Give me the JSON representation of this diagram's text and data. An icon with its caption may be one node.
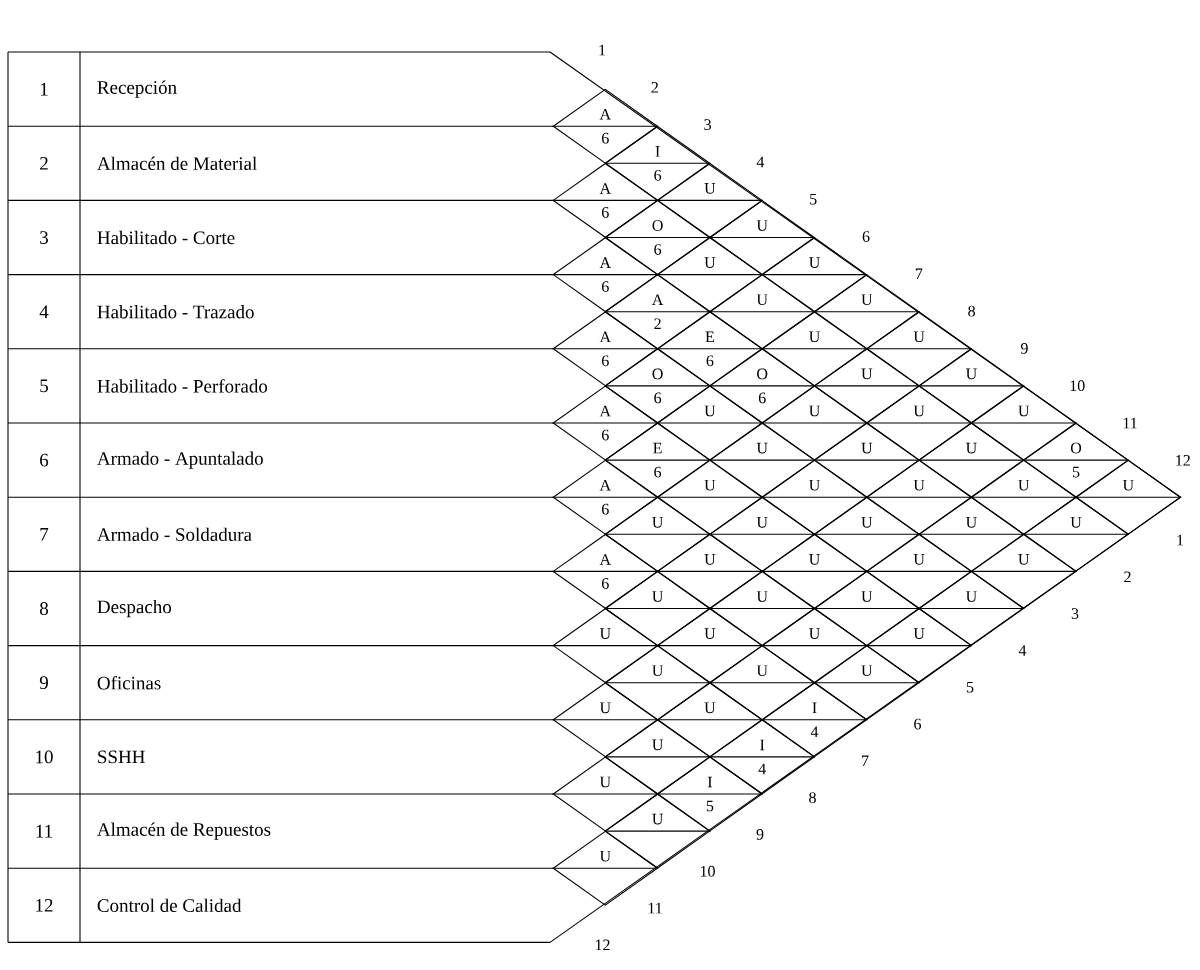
{
  "diagram": {
    "nodes": [
      {
        "text": [
          "1",
          "Recepción"
        ]
      },
      {
        "text": [
          "2",
          "Almacén  de Material"
        ]
      },
      {
        "text": [
          "3",
          "Habilitado  - Corte"
        ]
      },
      {
        "text": [
          "4",
          "Habilitado  - Trazado"
        ]
      },
      {
        "text": [
          "5",
          "Habilitado  - Perforado"
        ]
      },
      {
        "text": [
          "6",
          "Armado - Apuntalado"
        ]
      },
      {
        "text": [
          "7",
          "Armado  - Soldadura"
        ]
      },
      {
        "text": [
          "8",
          "Despacho"
        ]
      },
      {
        "text": [
          "9",
          "Oficinas"
        ]
      },
      {
        "text": [
          "10",
          "SSHH"
        ]
      },
      {
        "text": [
          "11",
          "Almacén  de Repuestos"
        ]
      },
      {
        "text": [
          "12",
          "Control  de Calidad"
        ]
      },
      {
        "text": [
          "A",
          "6"
        ]
      },
      {
        "text": [
          "I",
          "6"
        ]
      },
      {
        "text": [
          "U"
        ]
      },
      {
        "text": [
          "U"
        ]
      },
      {
        "text": [
          "U"
        ]
      },
      {
        "text": [
          "U"
        ]
      },
      {
        "text": [
          "U"
        ]
      },
      {
        "text": [
          "U"
        ]
      },
      {
        "text": [
          "U"
        ]
      },
      {
        "text": [
          "O",
          "5"
        ]
      },
      {
        "text": [
          "U"
        ]
      },
      {
        "text": [
          "A",
          "6"
        ]
      },
      {
        "text": [
          "O",
          "6"
        ]
      },
      {
        "text": [
          "U"
        ]
      },
      {
        "text": [
          "U"
        ]
      },
      {
        "text": [
          "U"
        ]
      },
      {
        "text": [
          "U"
        ]
      },
      {
        "text": [
          "U"
        ]
      },
      {
        "text": [
          "U"
        ]
      },
      {
        "text": [
          "U"
        ]
      },
      {
        "text": [
          "U"
        ]
      },
      {
        "text": [
          "A",
          "6"
        ]
      },
      {
        "text": [
          "A",
          "2"
        ]
      },
      {
        "text": [
          "E",
          "6"
        ]
      },
      {
        "text": [
          "O",
          "6"
        ]
      },
      {
        "text": [
          "U"
        ]
      },
      {
        "text": [
          "U"
        ]
      },
      {
        "text": [
          "U"
        ]
      },
      {
        "text": [
          "U"
        ]
      },
      {
        "text": [
          "U"
        ]
      },
      {
        "text": [
          "A",
          "6"
        ]
      },
      {
        "text": [
          "O",
          "6"
        ]
      },
      {
        "text": [
          "U"
        ]
      },
      {
        "text": [
          "U"
        ]
      },
      {
        "text": [
          "U"
        ]
      },
      {
        "text": [
          "U"
        ]
      },
      {
        "text": [
          "U"
        ]
      },
      {
        "text": [
          "U"
        ]
      },
      {
        "text": [
          "A",
          "6"
        ]
      },
      {
        "text": [
          "E",
          "6"
        ]
      },
      {
        "text": [
          "U"
        ]
      },
      {
        "text": [
          "U"
        ]
      },
      {
        "text": [
          "U"
        ]
      },
      {
        "text": [
          "U"
        ]
      },
      {
        "text": [
          "U"
        ]
      },
      {
        "text": [
          "A",
          "6"
        ]
      },
      {
        "text": [
          "U"
        ]
      },
      {
        "text": [
          "U"
        ]
      },
      {
        "text": [
          "U"
        ]
      },
      {
        "text": [
          "U"
        ]
      },
      {
        "text": [
          "U"
        ]
      },
      {
        "text": [
          "A",
          "6"
        ]
      },
      {
        "text": [
          "U"
        ]
      },
      {
        "text": [
          "U"
        ]
      },
      {
        "text": [
          "U"
        ]
      },
      {
        "text": [
          "I",
          "4"
        ]
      },
      {
        "text": [
          "U"
        ]
      },
      {
        "text": [
          "U"
        ]
      },
      {
        "text": [
          "U"
        ]
      },
      {
        "text": [
          "I",
          "4"
        ]
      },
      {
        "text": [
          "U"
        ]
      },
      {
        "text": [
          "U"
        ]
      },
      {
        "text": [
          "I",
          "5"
        ]
      },
      {
        "text": [
          "U"
        ]
      },
      {
        "text": [
          "U"
        ]
      },
      {
        "text": [
          "U"
        ]
      }
    ],
    "labels": [
      "1",
      "2",
      "3",
      "4",
      "5",
      "6",
      "7",
      "8",
      "9",
      "10",
      "11",
      "12",
      "1",
      "2",
      "3",
      "4",
      "5",
      "6",
      "7",
      "8",
      "9",
      "10",
      "11",
      "12"
    ]
  }
}
